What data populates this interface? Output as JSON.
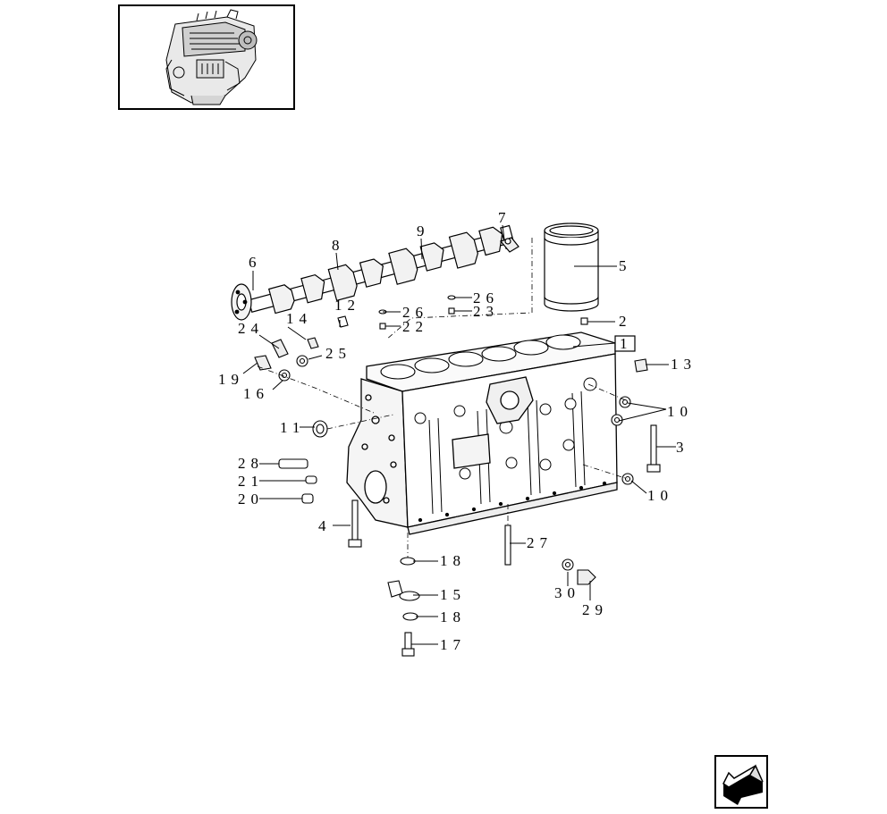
{
  "thumbnail": {
    "icon": "engine-overview-icon"
  },
  "navigation": {
    "icon": "previous-page-arrow-icon"
  },
  "frame_label": "1",
  "callouts": {
    "c2": "2",
    "c3": "3",
    "c4": "4",
    "c5": "5",
    "c6": "6",
    "c7": "7",
    "c8": "8",
    "c9": "9",
    "c10a": "10",
    "c10b": "10",
    "c11": "11",
    "c12": "12",
    "c13": "13",
    "c14": "14",
    "c15": "15",
    "c16": "16",
    "c17": "17",
    "c18a": "18",
    "c18b": "18",
    "c19": "19",
    "c20": "20",
    "c21": "21",
    "c22": "22",
    "c23": "23",
    "c24": "24",
    "c25": "25",
    "c26a": "26",
    "c26b": "26",
    "c27": "27",
    "c28": "28",
    "c29": "29",
    "c30": "30"
  }
}
